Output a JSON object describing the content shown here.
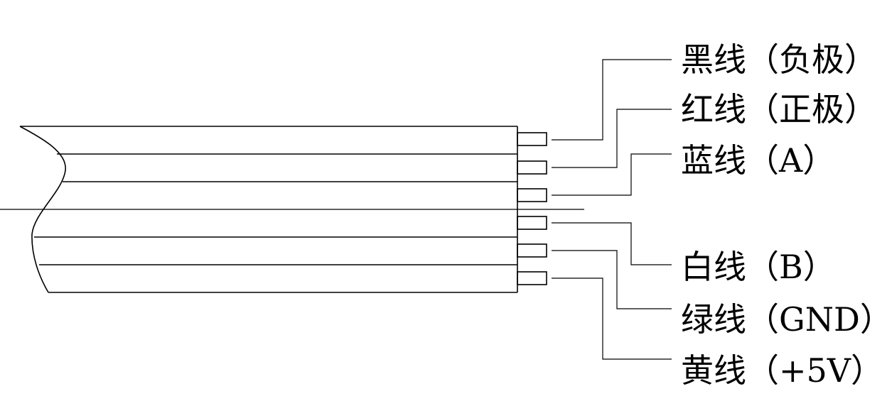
{
  "diagram": {
    "type": "flat-cable-pinout",
    "wires": [
      {
        "label": "黑线（负极）"
      },
      {
        "label": "红线（正极）"
      },
      {
        "label": "蓝线（A）"
      },
      {
        "label": "白线（B）"
      },
      {
        "label": "绿线（GND）"
      },
      {
        "label": "黄线（+5V）"
      }
    ],
    "line_color": "#000000",
    "background": "#ffffff"
  }
}
